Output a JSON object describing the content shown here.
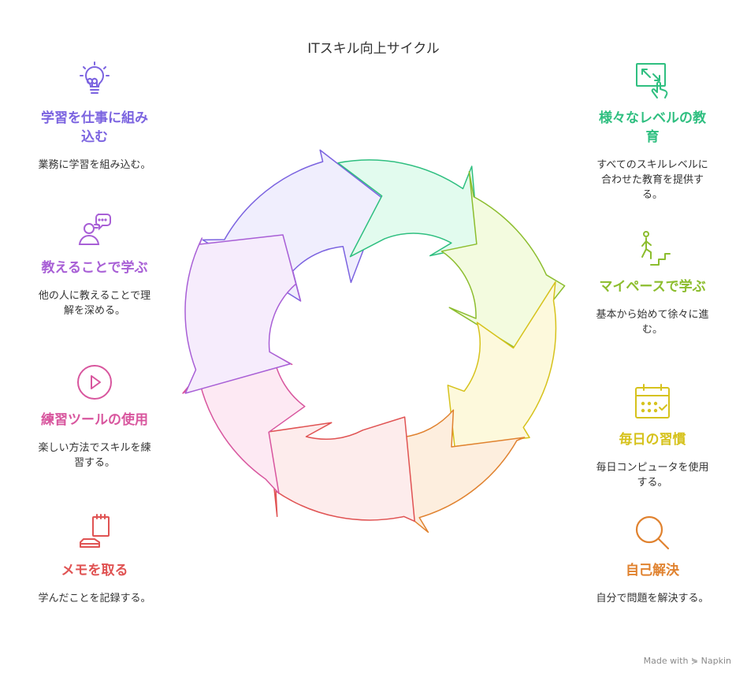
{
  "title": "ITスキル向上サイクル",
  "footer": "Made with ⋟ Napkin",
  "colors": {
    "purple": "#7b63e0",
    "violet": "#a85fd6",
    "pink": "#d8569e",
    "red": "#e05353",
    "orange": "#e0822f",
    "yellow": "#d6c21c",
    "lime": "#8cbd2e",
    "green": "#2fbf80"
  },
  "items": [
    {
      "label": "学習を仕事に組み込む",
      "desc": "業務に学習を組み込む。",
      "icon": "lightbulb-icon"
    },
    {
      "label": "教えることで学ぶ",
      "desc": "他の人に教えることで理解を深める。",
      "icon": "teaching-person-icon"
    },
    {
      "label": "練習ツールの使用",
      "desc": "楽しい方法でスキルを練習する。",
      "icon": "play-icon"
    },
    {
      "label": "メモを取る",
      "desc": "学んだことを記録する。",
      "icon": "notepad-icon"
    },
    {
      "label": "様々なレベルの教育",
      "desc": "すべてのスキルレベルに合わせた教育を提供する。",
      "icon": "touch-screen-icon"
    },
    {
      "label": "マイペースで学ぶ",
      "desc": "基本から始めて徐々に進む。",
      "icon": "stairs-person-icon"
    },
    {
      "label": "毎日の習慣",
      "desc": "毎日コンピュータを使用する。",
      "icon": "calendar-icon"
    },
    {
      "label": "自己解決",
      "desc": "自分で問題を解決する。",
      "icon": "search-icon"
    }
  ]
}
